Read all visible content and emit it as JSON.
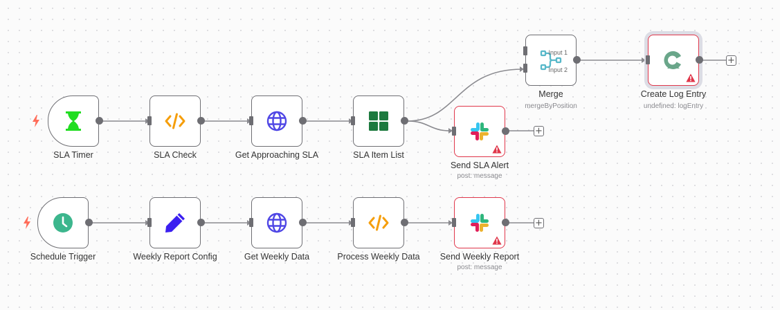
{
  "canvas": {
    "nodes": {
      "sla_timer": {
        "label": "SLA Timer"
      },
      "sla_check": {
        "label": "SLA Check"
      },
      "get_approaching_sla": {
        "label": "Get Approaching SLA"
      },
      "sla_item_list": {
        "label": "SLA Item List"
      },
      "merge": {
        "label": "Merge",
        "subtitle": "mergeByPosition",
        "input1": "Input 1",
        "input2": "Input 2"
      },
      "create_log_entry": {
        "label": "Create Log Entry",
        "subtitle": "undefined: logEntry"
      },
      "send_sla_alert": {
        "label": "Send SLA Alert",
        "subtitle": "post: message"
      },
      "schedule_trigger": {
        "label": "Schedule Trigger"
      },
      "weekly_report_config": {
        "label": "Weekly Report Config"
      },
      "get_weekly_data": {
        "label": "Get Weekly Data"
      },
      "process_weekly_data": {
        "label": "Process Weekly Data"
      },
      "send_weekly_report": {
        "label": "Send Weekly Report",
        "subtitle": "post: message"
      }
    },
    "add_button_symbol": "+",
    "colors": {
      "border": "#6e6e73",
      "error": "#e0364a",
      "trigger_bolt": "#ff6d5a",
      "code": "#f59e0b",
      "http": "#4f46e5",
      "list": "#1d7a3f",
      "timer": "#22dd22",
      "schedule": "#3cb68d",
      "edit": "#3b1ff0",
      "merge": "#57b8c9",
      "log": "#6aa68a"
    },
    "icons": [
      "lightning-bolt-icon",
      "hourglass-icon",
      "code-icon",
      "globe-icon",
      "grid-icon",
      "merge-icon",
      "log-entry-icon",
      "slack-icon",
      "clock-icon",
      "pencil-icon",
      "warning-icon",
      "plus-icon"
    ]
  }
}
